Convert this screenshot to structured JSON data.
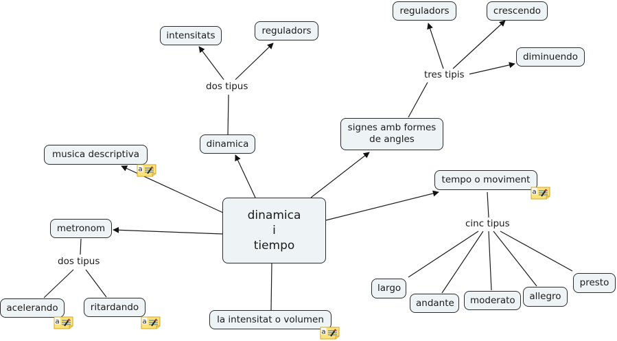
{
  "title": "dinamica i tiempo",
  "colors": {
    "node_fill": "#eef3f6",
    "node_border": "#2a2a2a",
    "line": "#1a1a1a",
    "note_fill": "#fbe27a",
    "note_border": "#d2a523"
  },
  "nodes": {
    "center": "dinamica\ni\ntiempo",
    "dinamica": "dinamica",
    "intensitats": "intensitats",
    "reguladors_1": "reguladors",
    "signes": "signes amb formes\nde angles",
    "reguladors_2": "reguladors",
    "crescendo": "crescendo",
    "diminuendo": "diminuendo",
    "musica_descriptiva": "musica descriptiva",
    "tempo": "tempo o moviment",
    "metronom": "metronom",
    "acelerando": "acelerando",
    "ritardando": "ritardando",
    "intensitat_volumen": "la intensitat o volumen",
    "largo": "largo",
    "andante": "andante",
    "moderato": "moderato",
    "allegro": "allegro",
    "presto": "presto"
  },
  "linking_phrases": {
    "dos_tipus_top": "dos tipus",
    "tres_tipis": "tres tipis",
    "cinc_tipus": "cinc tipus",
    "dos_tipus_left": "dos tipus"
  },
  "note_icon": {
    "label": "a",
    "icon": "annotation-note-icon"
  }
}
